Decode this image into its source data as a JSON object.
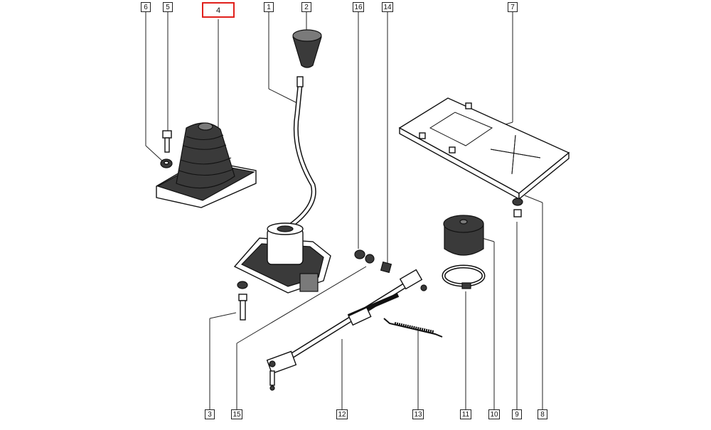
{
  "diagram": {
    "callouts": {
      "c6": "6",
      "c5": "5",
      "c4": "4",
      "c1": "1",
      "c2": "2",
      "c16": "16",
      "c14": "14",
      "c7": "7",
      "c3": "3",
      "c15": "15",
      "c12": "12",
      "c13": "13",
      "c11": "11",
      "c10": "10",
      "c9": "9",
      "c8": "8"
    },
    "highlight_color": "#e0201c"
  }
}
